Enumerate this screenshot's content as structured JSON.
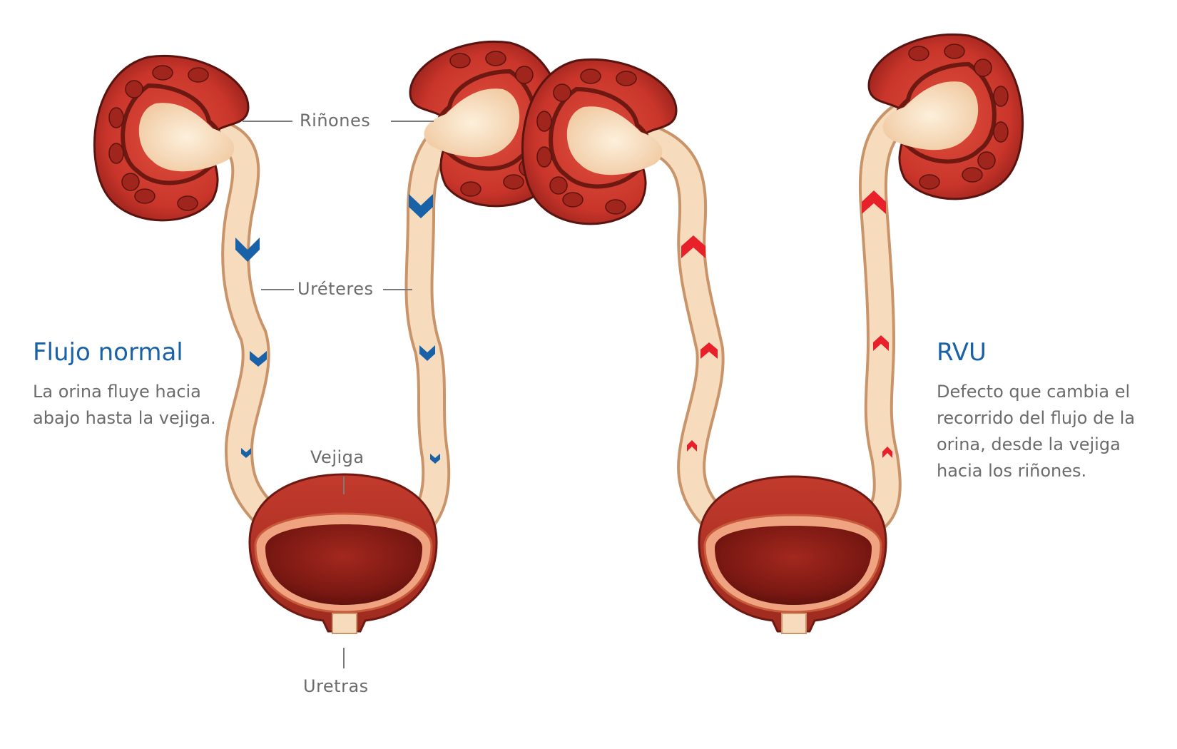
{
  "colors": {
    "normal_accent": "#1a62a8",
    "reflux_accent": "#e8202a",
    "kidney": "#c9352a",
    "ureter": "#f3d3ae",
    "label_text": "#6b6b6b"
  },
  "labels": {
    "kidneys": "Riñones",
    "ureters": "Uréteres",
    "bladder": "Vejiga",
    "urethra": "Uretras"
  },
  "normal": {
    "title": "Flujo normal",
    "lines": [
      "La orina fluye hacia",
      "abajo hasta la vejiga."
    ]
  },
  "reflux": {
    "title": "RVU",
    "lines": [
      "Defecto que cambia el",
      "recorrido del flujo de la",
      "orina, desde la vejiga",
      "hacia los riñones."
    ]
  }
}
